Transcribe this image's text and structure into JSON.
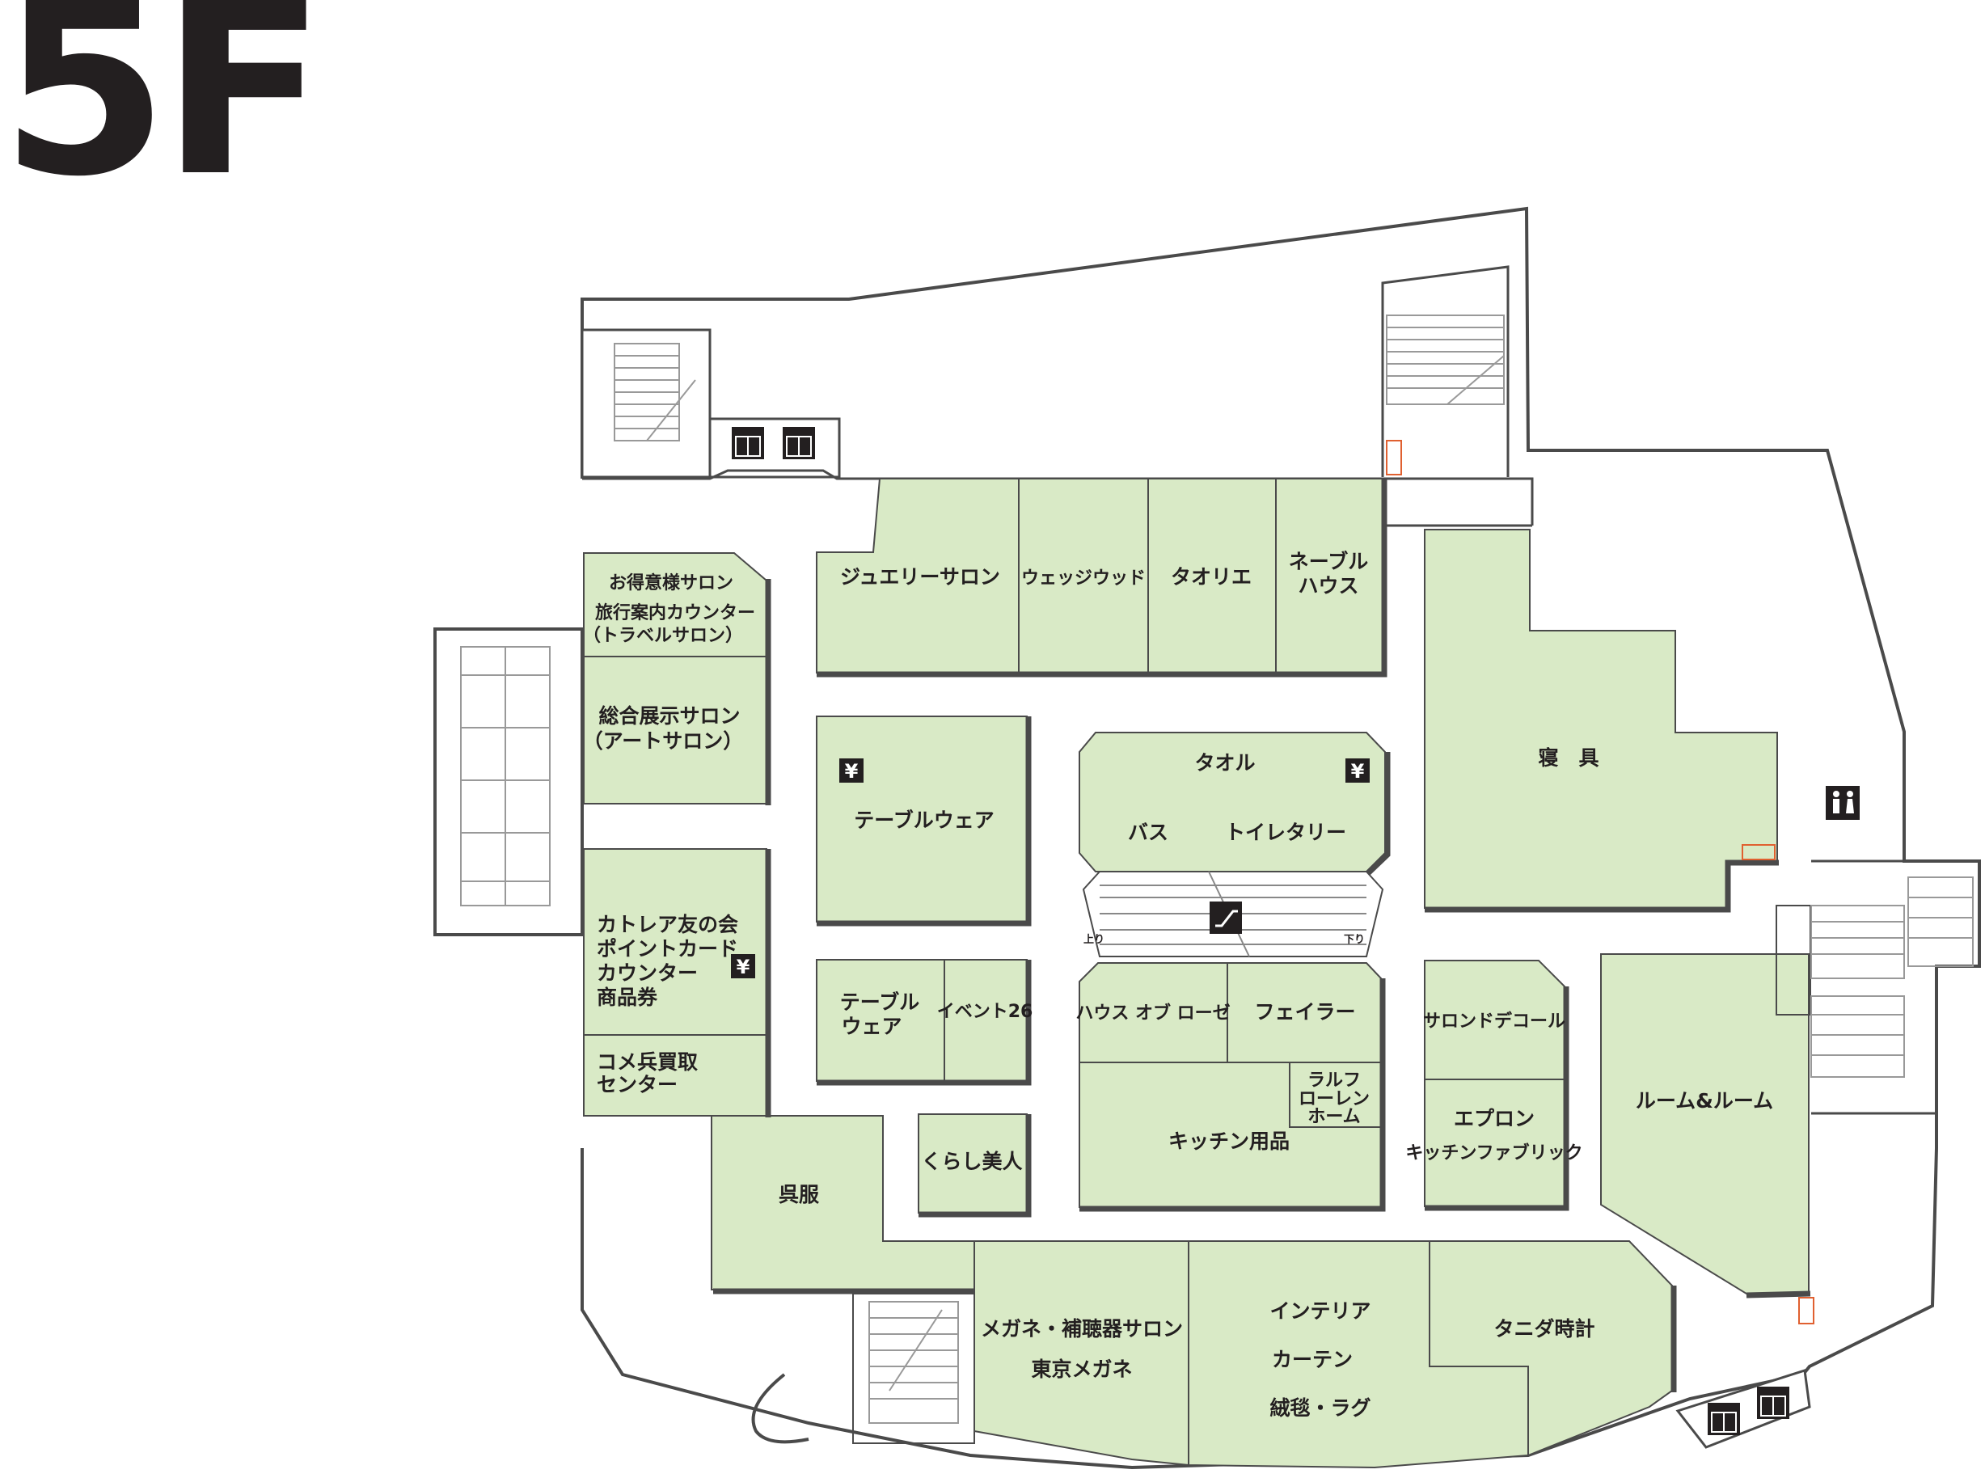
{
  "floor": "5F",
  "shops": {
    "tokuisama": "お得意様サロン",
    "ryokou_1": "旅行案内カウンター",
    "ryokou_2": "（トラベルサロン）",
    "sougou_1": "総合展示サロン",
    "sougou_2": "（アートサロン）",
    "cattleya_1": "カトレア友の会",
    "cattleya_2": "ポイントカード",
    "cattleya_3": "カウンター",
    "cattleya_4": "商品券",
    "komehyo_1": "コメ兵買取",
    "komehyo_2": "センター",
    "gofuku": "呉服",
    "jewelry": "ジュエリーサロン",
    "wedgwood": "ウェッジウッド",
    "taorie": "タオリエ",
    "nebul_1": "ネーブル",
    "nebul_2": "ハウス",
    "tableware": "テーブルウェア",
    "table2_1": "テーブル",
    "table2_2": "ウェア",
    "event26": "イベント26",
    "kurashi": "くらし美人",
    "towel": "タオル",
    "bath": "バス",
    "toiletry": "トイレタリー",
    "house_of_rose": "ハウス オブ ローゼ",
    "feiler": "フェイラー",
    "ralph_1": "ラルフ",
    "ralph_2": "ローレン",
    "ralph_3": "ホーム",
    "kitchen": "キッチン用品",
    "shingu": "寝　具",
    "salon_decor": "サロンドデコール",
    "apron": "エプロン",
    "kitchen_fabric": "キッチンファブリック",
    "room_room": "ルーム&ルーム",
    "megane_1": "メガネ・補聴器サロン",
    "megane_2": "東京メガネ",
    "interior_1": "インテリア",
    "interior_2": "カーテン",
    "interior_3": "絨毯・ラグ",
    "tanida": "タニダ時計"
  },
  "escalator": {
    "up": "上り",
    "down": "下り"
  },
  "icons": {
    "yen": "¥",
    "elevator": "elevator-icon",
    "escalator": "escalator-icon",
    "restroom": "restroom-icon"
  },
  "colors": {
    "shop_fill": "#d9eac6",
    "outline": "#4a4a4a",
    "text": "#231f20"
  }
}
